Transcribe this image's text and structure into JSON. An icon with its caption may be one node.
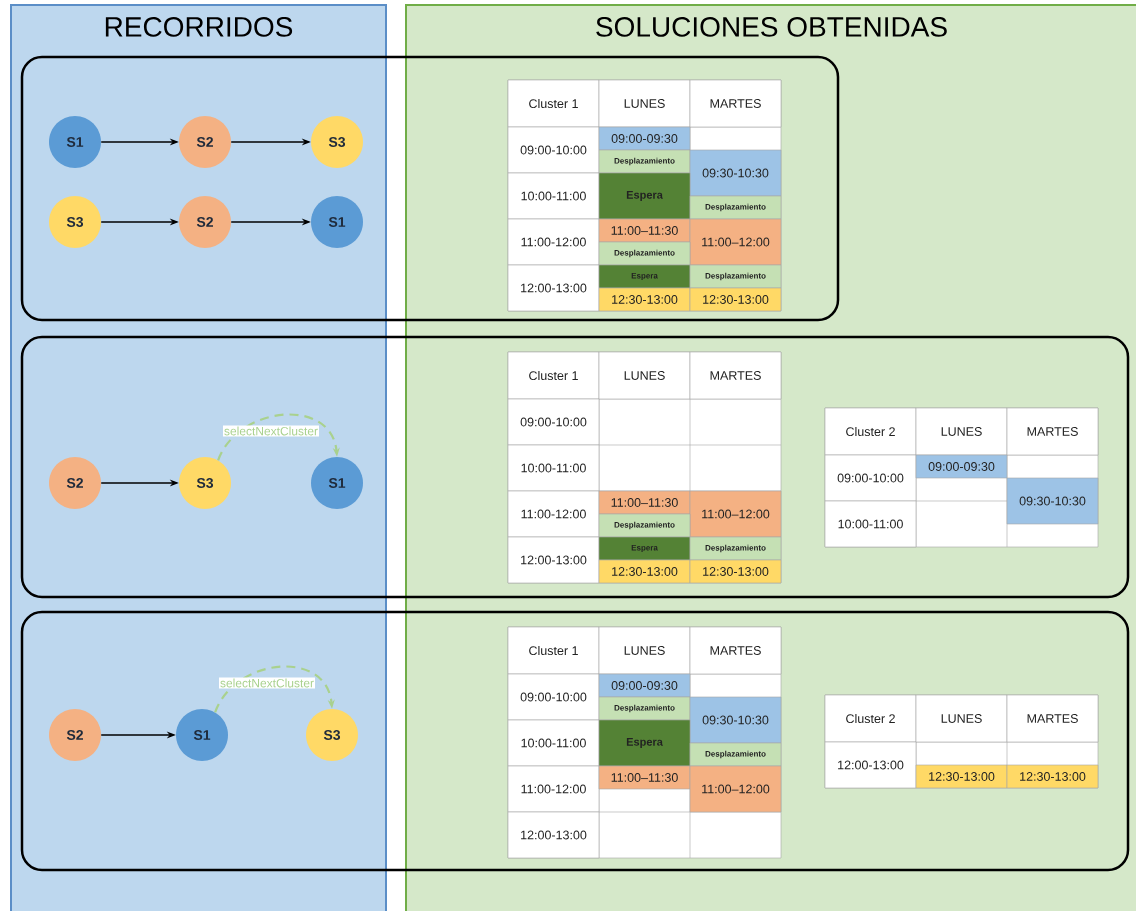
{
  "diagram": {
    "nodes": [
      {
        "text": [
          "RECORRIDOS"
        ]
      },
      {
        "text": [
          "SOLUCIONES OBTENIDAS"
        ]
      },
      {
        "text": [
          "S1"
        ],
        "in": 0
      },
      {
        "text": [
          "S2"
        ],
        "in": 0
      },
      {
        "text": [
          "S3"
        ],
        "in": 0
      },
      {
        "text": [
          "S3"
        ],
        "in": 0
      },
      {
        "text": [
          "S2"
        ],
        "in": 0
      },
      {
        "text": [
          "S1"
        ],
        "in": 0
      },
      {
        "text": [
          "S2"
        ],
        "in": 0
      },
      {
        "text": [
          "S3"
        ],
        "in": 0
      },
      {
        "text": [
          "S1"
        ],
        "in": 0
      },
      {
        "text": [
          "S2"
        ],
        "in": 0
      },
      {
        "text": [
          "S1"
        ],
        "in": 0
      },
      {
        "text": [
          "S3"
        ],
        "in": 0
      }
    ],
    "edges": [
      {
        "from": 2,
        "to": 3,
        "arrow": "to"
      },
      {
        "from": 3,
        "to": 4,
        "arrow": "to"
      },
      {
        "from": 5,
        "to": 6,
        "arrow": "to"
      },
      {
        "from": 6,
        "to": 7,
        "arrow": "to"
      },
      {
        "from": 8,
        "to": 9,
        "arrow": "to"
      },
      {
        "from": 9,
        "to": 10,
        "arrow": "to",
        "label": "selectNextCluster",
        "style": "dashed",
        "color": "#a9d18e"
      },
      {
        "from": 11,
        "to": 12,
        "arrow": "to"
      },
      {
        "from": 12,
        "to": 13,
        "arrow": "to",
        "label": "selectNextCluster",
        "style": "dashed",
        "color": "#a9d18e"
      }
    ],
    "labels": [
      "Cluster 1",
      "LUNES",
      "MARTES",
      "09:00-10:00",
      "09:00-09:30",
      "Desplazamiento",
      "09:30-10:30",
      "10:00-11:00",
      "Espera",
      "Desplazamiento",
      "11:00-12:00",
      "11:00–11:30",
      "11:00–12:00",
      "Desplazamiento",
      "12:00-13:00",
      "Espera",
      "Desplazamiento",
      "12:30-13:00",
      "12:30-13:00",
      "Cluster 1",
      "LUNES",
      "MARTES",
      "09:00-10:00",
      "10:00-11:00",
      "11:00-12:00",
      "11:00–11:30",
      "11:00–12:00",
      "Desplazamiento",
      "12:00-13:00",
      "Espera",
      "Desplazamiento",
      "12:30-13:00",
      "12:30-13:00",
      "Cluster 2",
      "LUNES",
      "MARTES",
      "09:00-10:00",
      "09:00-09:30",
      "09:30-10:30",
      "10:00-11:00",
      "Cluster 1",
      "LUNES",
      "MARTES",
      "09:00-10:00",
      "09:00-09:30",
      "Desplazamiento",
      "09:30-10:30",
      "10:00-11:00",
      "Espera",
      "Desplazamiento",
      "11:00-12:00",
      "11:00–11:30",
      "11:00–12:00",
      "12:00-13:00",
      "Cluster 2",
      "LUNES",
      "MARTES",
      "12:00-13:00",
      "12:30-13:00",
      "12:30-13:00"
    ]
  }
}
